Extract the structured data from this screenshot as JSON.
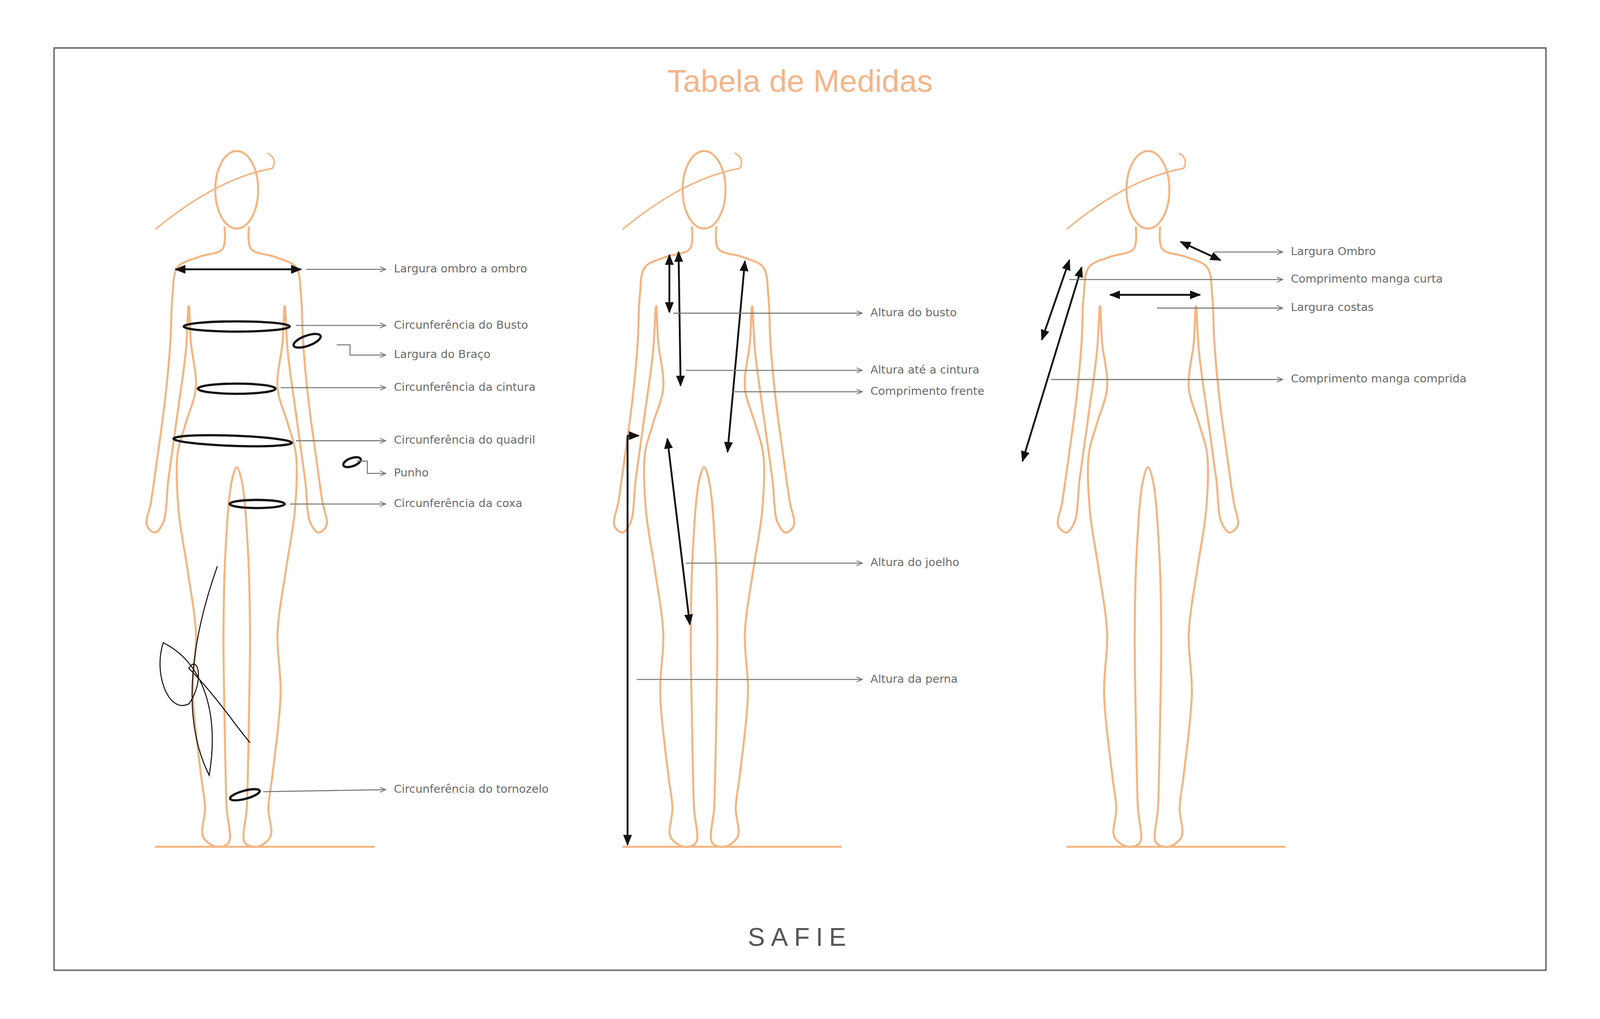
{
  "diagram": {
    "title": "Tabela de Medidas",
    "labels": [
      "Largura ombro a ombro",
      "Circunferência do Busto",
      "Largura do Braço",
      "Circunferência da cintura",
      "Circunferência do quadril",
      "Punho",
      "Circunferência da coxa",
      "Circunferência do tornozelo",
      "Altura do busto",
      "Altura até a cintura",
      "Comprimento frente",
      "Altura do joelho",
      "Altura da perna",
      "Largura Ombro",
      "Comprimento manga curta",
      "Largura costas",
      "Comprimento manga comprida",
      "SAFIE"
    ]
  }
}
